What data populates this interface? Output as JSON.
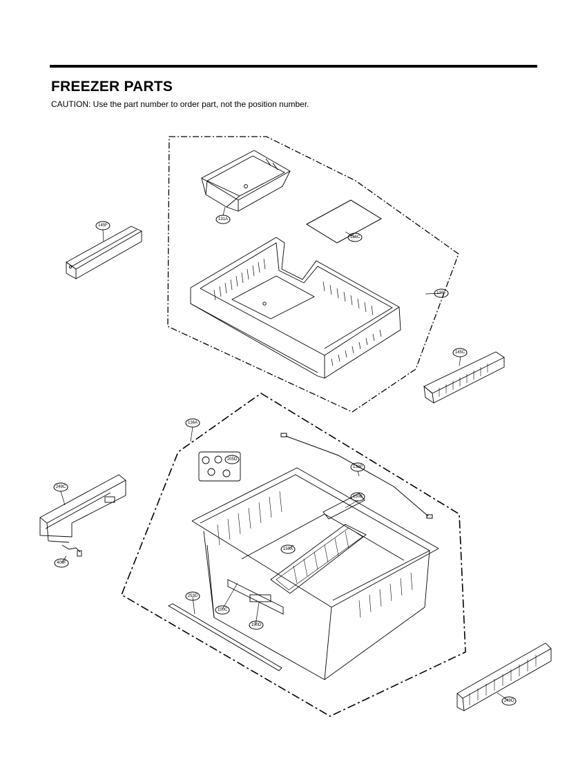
{
  "header": {
    "title": "FREEZER PARTS",
    "caution": "CAUTION: Use the part number to order part, not the position number."
  },
  "part_labels": {
    "p145F": "145F",
    "p131A": "131A",
    "p136C": "136C",
    "p136F": "136F",
    "p145C": "145C",
    "p136A": "136A",
    "p205D": "205D",
    "p132P": "132P",
    "p150B": "150B",
    "p249C_left": "249C",
    "p150A": "150A",
    "p406F": "406F",
    "p253D": "253D",
    "p150C": "150C",
    "p150D": "150D",
    "p249D": "249D"
  }
}
